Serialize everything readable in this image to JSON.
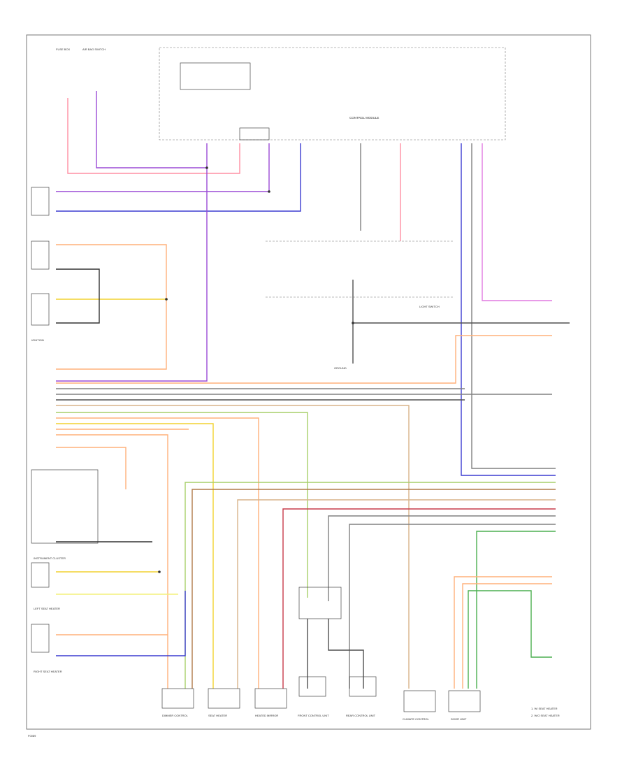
{
  "diagram": {
    "footer_code": "F0089",
    "colors": {
      "pink": "#ff8fa3",
      "purple": "#9b4bd6",
      "blue": "#3b3bd1",
      "orange": "#ffb07a",
      "yellow": "#f2d230",
      "green": "#4caf50",
      "gray": "#808080",
      "red": "#c73a4a",
      "magenta": "#e07ae0"
    },
    "labels": {
      "air_switch": "AIR BAG SWITCH",
      "fuse_rbox": "FUSE BOX",
      "module": "CONTROL MODULE",
      "light_switch": "LIGHT SWITCH",
      "lamp_ground": "GROUND",
      "ignition": "IGNITION",
      "instrument_cluster": "INSTRUMENT CLUSTER",
      "left_seat": "LEFT SEAT HEATER",
      "right_seat": "RIGHT SEAT HEATER",
      "legend_1": "1. W/ SEAT HEATER",
      "legend_2": "2. W/O SEAT HEATER"
    },
    "connectors": [
      "DIMMER CONTROL",
      "SEAT HEATER",
      "HEATED MIRROR",
      "FRONT CONTROL UNIT",
      "REAR CONTROL UNIT",
      "CLIMATE CONTROL",
      "DOOR UNIT"
    ]
  }
}
